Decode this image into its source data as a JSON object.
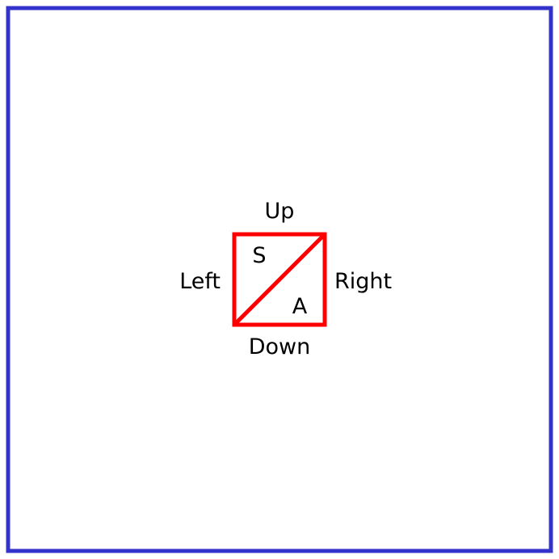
{
  "diagram": {
    "labels": {
      "up": "Up",
      "down": "Down",
      "left": "Left",
      "right": "Right",
      "upper_triangle": "S",
      "lower_triangle": "A"
    },
    "colors": {
      "frame": "#3333cc",
      "square": "#ff0000",
      "text": "#000000",
      "background": "#ffffff"
    }
  }
}
